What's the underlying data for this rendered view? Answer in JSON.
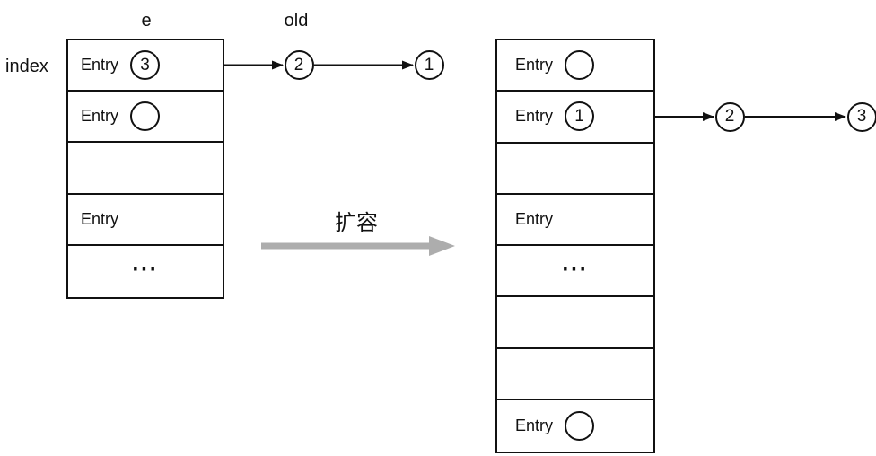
{
  "labels": {
    "e_pointer": "e",
    "old_pointer": "old",
    "index": "index",
    "resize": "扩容"
  },
  "left_table": {
    "rows": [
      {
        "label": "Entry",
        "node": "3"
      },
      {
        "label": "Entry",
        "node": ""
      },
      {
        "label": "",
        "node": null
      },
      {
        "label": "Entry",
        "node": null
      },
      {
        "label": "...",
        "node": null
      }
    ],
    "chain_nodes": [
      "2",
      "1"
    ]
  },
  "right_table": {
    "rows": [
      {
        "label": "Entry",
        "node": ""
      },
      {
        "label": "Entry",
        "node": "1"
      },
      {
        "label": "",
        "node": null
      },
      {
        "label": "Entry",
        "node": null
      },
      {
        "label": "...",
        "node": null
      },
      {
        "label": "",
        "node": null
      },
      {
        "label": "",
        "node": null
      },
      {
        "label": "Entry",
        "node": ""
      }
    ],
    "chain_nodes": [
      "2",
      "3"
    ]
  },
  "colors": {
    "line": "#111111",
    "resize_arrow": "#adadad",
    "background": "#ffffff"
  }
}
